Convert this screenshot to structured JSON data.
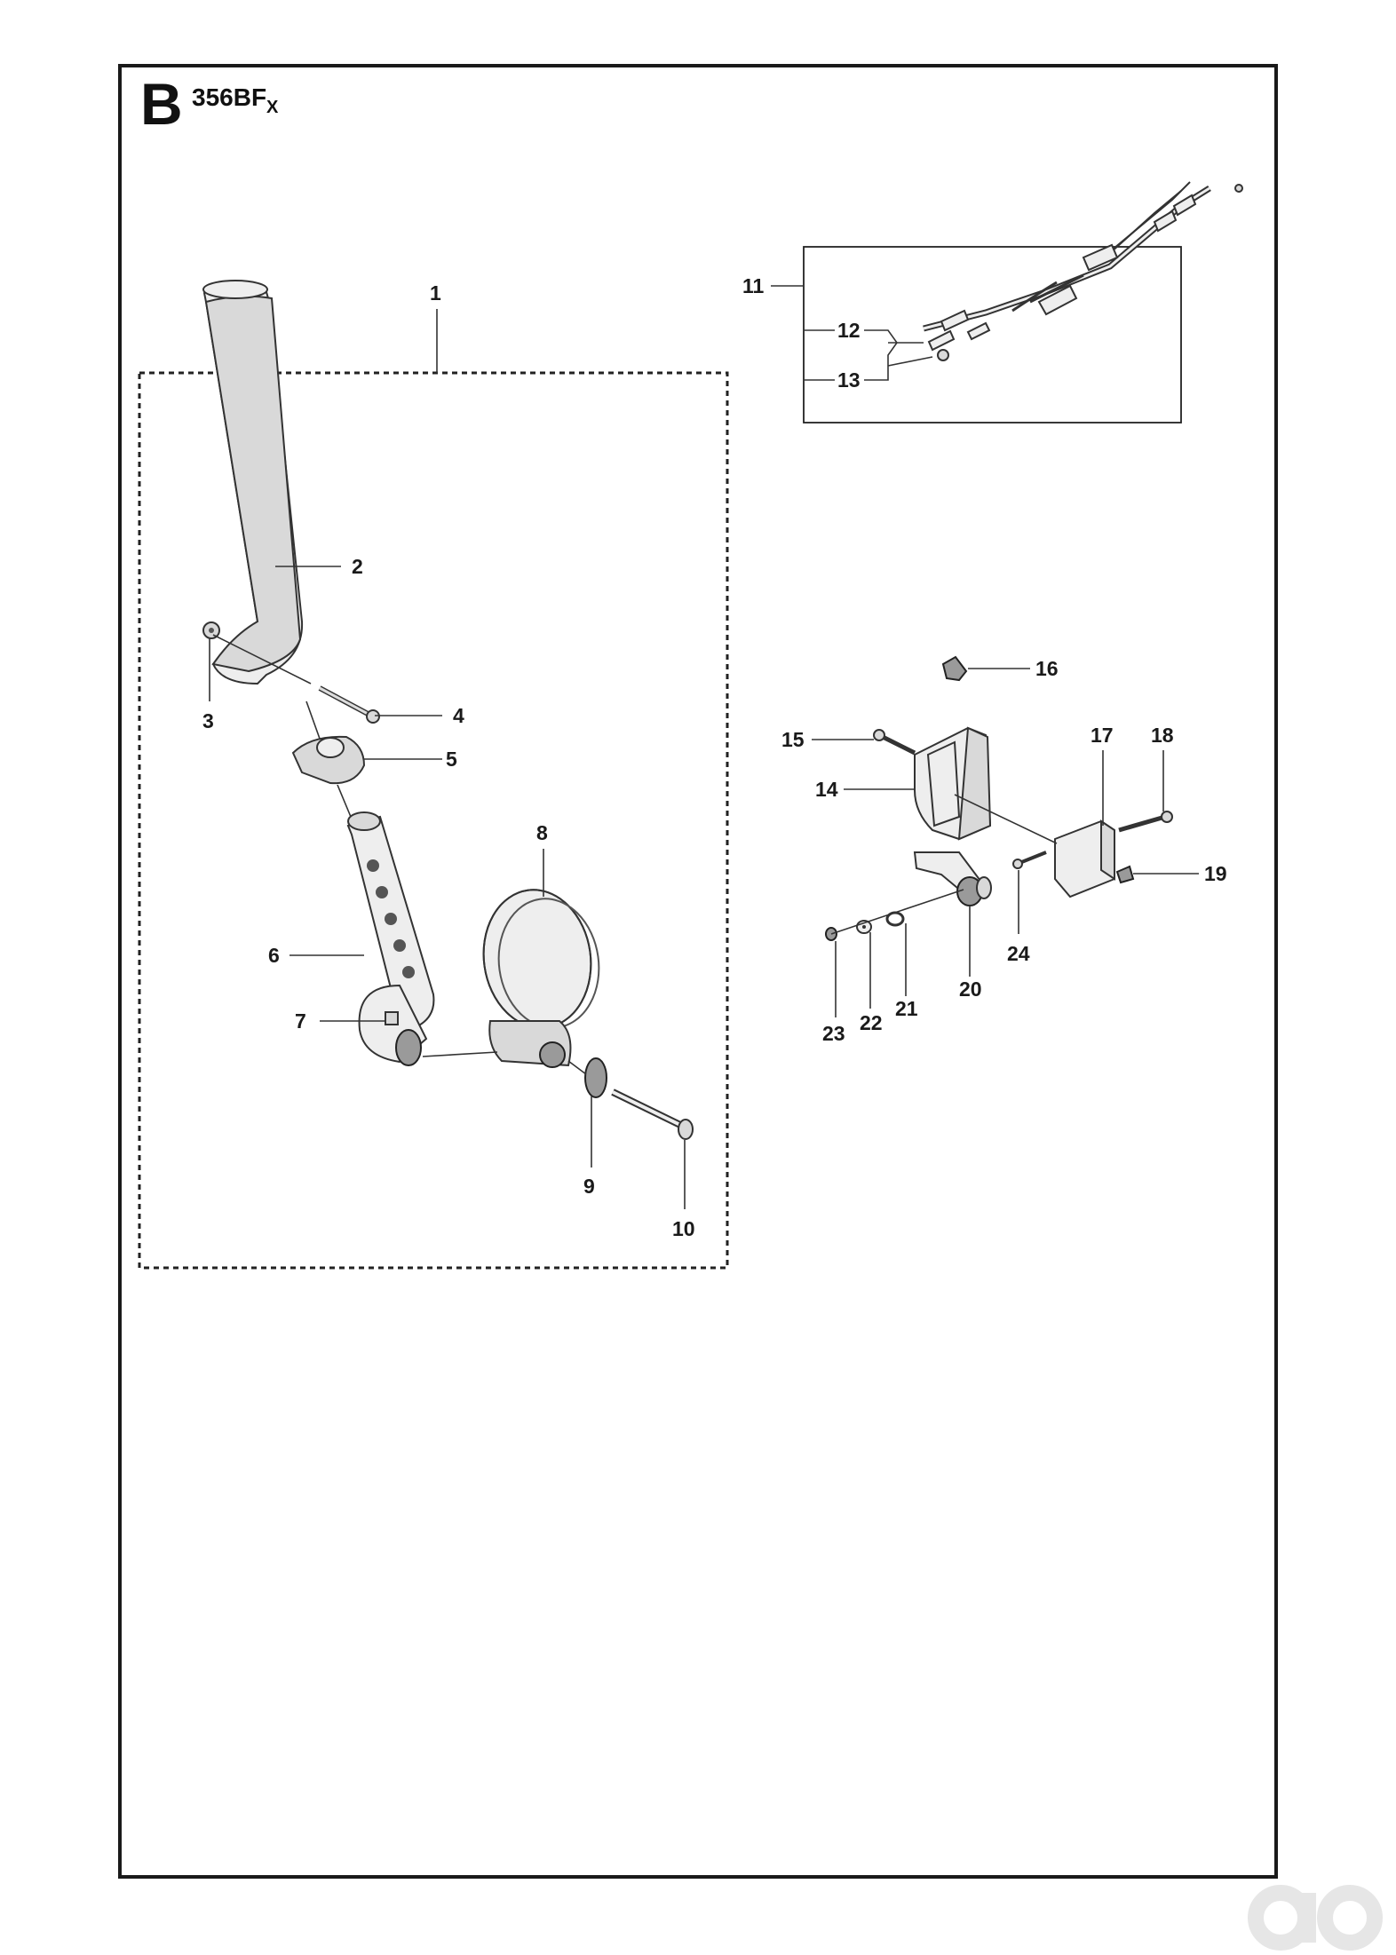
{
  "header": {
    "section_letter": "B",
    "model_base": "356BF",
    "model_sub": "X"
  },
  "callouts": {
    "c1": "1",
    "c2": "2",
    "c3": "3",
    "c4": "4",
    "c5": "5",
    "c6": "6",
    "c7": "7",
    "c8": "8",
    "c9": "9",
    "c10": "10",
    "c11": "11",
    "c12": "12",
    "c13": "13",
    "c14": "14",
    "c15": "15",
    "c16": "16",
    "c17": "17",
    "c18": "18",
    "c19": "19",
    "c20": "20",
    "c21": "21",
    "c22": "22",
    "c23": "23",
    "c24": "24"
  },
  "groups": {
    "kit_1": "dashed-box",
    "kit_11": "solid-box"
  },
  "icons": {
    "watermark": "brand-logo-icon"
  }
}
